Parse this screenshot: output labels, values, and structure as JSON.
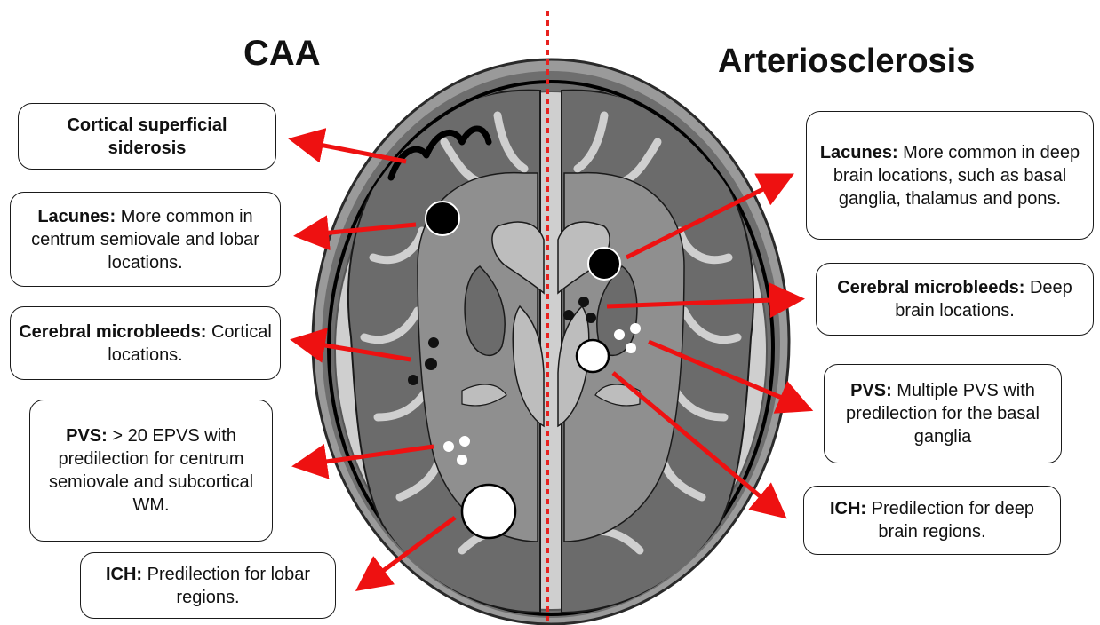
{
  "headings": {
    "left": "CAA",
    "right": "Arteriosclerosis"
  },
  "left_boxes": [
    {
      "bold": "Cortical superficial siderosis",
      "text": ""
    },
    {
      "bold": "Lacunes:",
      "text": " More common in centrum semiovale and lobar locations."
    },
    {
      "bold": "Cerebral microbleeds:",
      "text": " Cortical locations."
    },
    {
      "bold": "PVS:",
      "text": " > 20 EPVS with predilection for centrum semiovale and subcortical WM."
    },
    {
      "bold": "ICH:",
      "text": " Predilection for lobar regions."
    }
  ],
  "right_boxes": [
    {
      "bold": "Lacunes:",
      "text": " More common in deep brain locations, such as basal ganglia, thalamus and pons."
    },
    {
      "bold": "Cerebral microbleeds:",
      "text": " Deep brain locations."
    },
    {
      "bold": "PVS:",
      "text": " Multiple PVS with predilection for the basal ganglia"
    },
    {
      "bold": "ICH:",
      "text": " Predilection for deep brain regions."
    }
  ],
  "colors": {
    "arrow": "#ee1111",
    "divider": "#e8211e",
    "skull": "#7d7d7d",
    "csf": "#cfcfcf",
    "grey_matter": "#6b6b6b",
    "white_matter": "#8f8f8f",
    "deep_nuclei": "#bdbdbd"
  }
}
